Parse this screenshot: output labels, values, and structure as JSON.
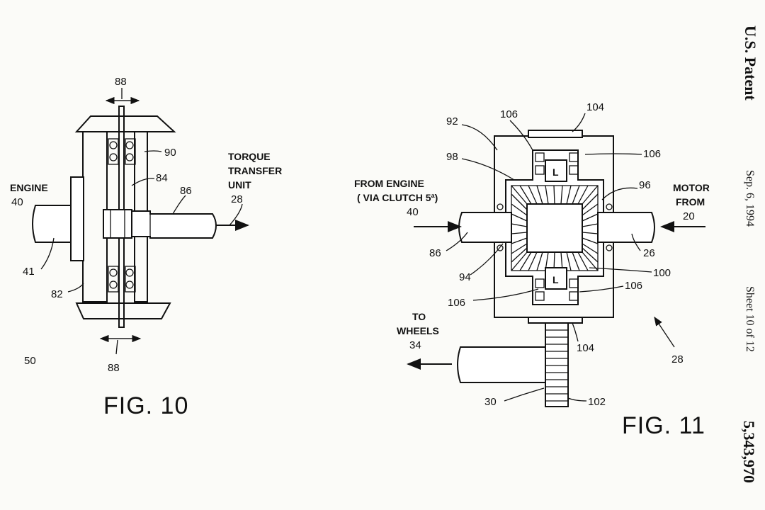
{
  "sidebar": {
    "patent_label": "U.S. Patent",
    "date": "Sep. 6, 1994",
    "sheet": "Sheet 10 of 12",
    "patent_number": "5,343,970"
  },
  "fig10": {
    "title": "FIG. 10",
    "labels": {
      "l88_top": "88",
      "l90": "90",
      "l84": "84",
      "l86": "86",
      "torque_1": "TORQUE",
      "torque_2": "TRANSFER",
      "torque_3": "UNIT",
      "l28": "28",
      "engine": "ENGINE",
      "l40": "40",
      "l41": "41",
      "l82": "82",
      "l88_bottom": "88",
      "l50": "50"
    }
  },
  "fig11": {
    "title": "FIG. 11",
    "labels": {
      "l106_top": "106",
      "l104_top": "104",
      "l92": "92",
      "l106_right": "106",
      "l98": "98",
      "from_engine_1": "FROM ENGINE",
      "from_engine_2": "( VIA CLUTCH 5ª)",
      "l40": "40",
      "l96": "96",
      "motor_1": "MOTOR",
      "motor_2": "FROM",
      "motor_3": "20",
      "l86": "86",
      "l94": "94",
      "l26": "26",
      "l100": "100",
      "l106_left": "106",
      "l106_bottom_right": "106",
      "to_wheels_1": "TO",
      "to_wheels_2": "WHEELS",
      "to_wheels_3": "34",
      "l104_bottom": "104",
      "l28": "28",
      "l30": "30",
      "l102": "102",
      "gear_L_top": "L",
      "gear_L_bottom": "L"
    }
  }
}
